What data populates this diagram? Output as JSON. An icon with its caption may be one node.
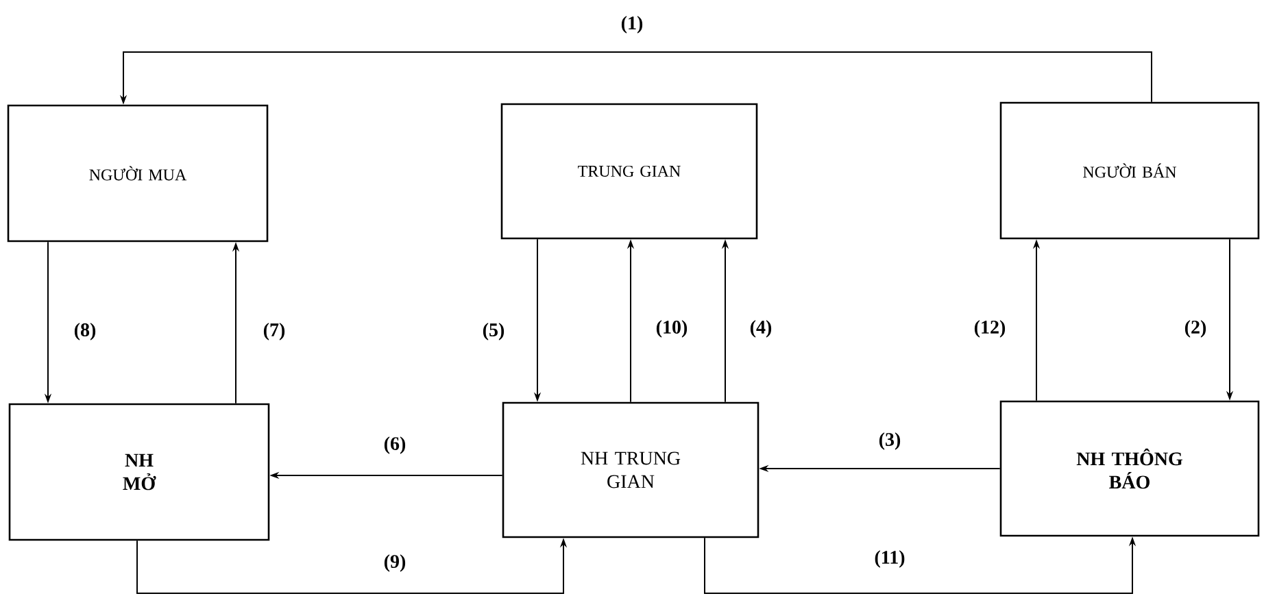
{
  "diagram": {
    "nodes": [
      {
        "text": [
          "NGƯỜI MUA"
        ]
      },
      {
        "text": [
          "TRUNG GIAN"
        ]
      },
      {
        "text": [
          "NGƯỜI BÁN"
        ]
      },
      {
        "text": [
          "NH MỞ"
        ]
      },
      {
        "text": [
          "NH TRUNG GIAN"
        ]
      },
      {
        "text": [
          "NH THÔNG BÁO"
        ]
      }
    ],
    "edges": [
      {
        "from": 2,
        "to": 0,
        "arrow": "to",
        "label": "(1)"
      },
      {
        "from": 2,
        "to": 5,
        "arrow": "to",
        "label": "(2)"
      },
      {
        "from": 5,
        "to": 4,
        "arrow": "to",
        "label": "(3)"
      },
      {
        "from": 4,
        "to": 1,
        "arrow": "to",
        "label": "(4)"
      },
      {
        "from": 1,
        "to": 4,
        "arrow": "to",
        "label": "(5)"
      },
      {
        "from": 4,
        "to": 3,
        "arrow": "to",
        "label": "(6)"
      },
      {
        "from": 3,
        "to": 0,
        "arrow": "to",
        "label": "(7)"
      },
      {
        "from": 0,
        "to": 3,
        "arrow": "to",
        "label": "(8)"
      },
      {
        "from": 3,
        "to": 4,
        "arrow": "to",
        "label": "(9)"
      },
      {
        "from": 4,
        "to": 1,
        "arrow": "to",
        "label": "(10)"
      },
      {
        "from": 4,
        "to": 5,
        "arrow": "to",
        "label": "(11)"
      },
      {
        "from": 5,
        "to": 2,
        "arrow": "to",
        "label": "(12)"
      }
    ]
  }
}
